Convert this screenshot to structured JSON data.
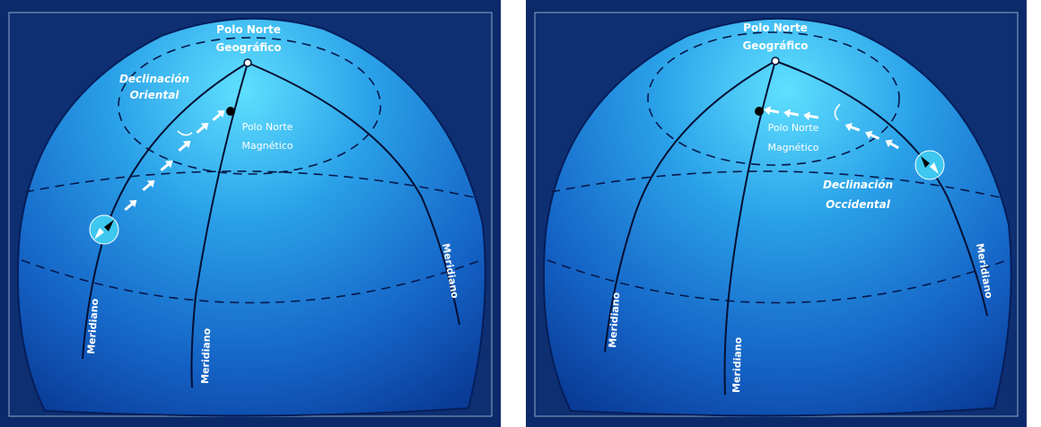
{
  "left": {
    "north_pole_geo": [
      "Polo Norte",
      "Geográfico"
    ],
    "north_pole_mag": [
      "Polo Norte",
      "Magnético"
    ],
    "declination": [
      "Declinación",
      "Oriental"
    ],
    "meridians": [
      "Meridiano",
      "Meridiano",
      "Meridiano"
    ]
  },
  "right": {
    "north_pole_geo": [
      "Polo Norte",
      "Geográfico"
    ],
    "north_pole_mag": [
      "Polo Norte",
      "Magnético"
    ],
    "declination": [
      "Declinación",
      "Occidental"
    ],
    "meridians": [
      "Meridiano",
      "Meridiano",
      "Meridiano"
    ]
  },
  "colors": {
    "frame": "#0c2a6a",
    "dome_light": "#55d8ff",
    "dome_dark": "#0a3a96",
    "compass": "#3ec8f0"
  }
}
